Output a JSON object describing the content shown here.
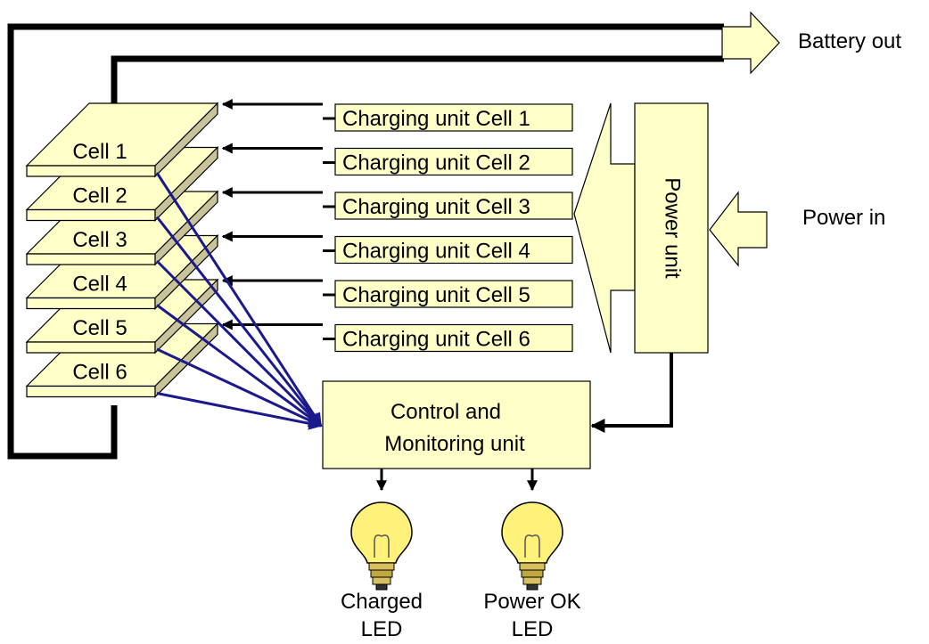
{
  "labels": {
    "battery_out": "Battery out",
    "power_in": "Power in",
    "power_unit": "Power unit",
    "control_line1": "Control and",
    "control_line2": "Monitoring unit",
    "led_charged_line1": "Charged",
    "led_charged_line2": "LED",
    "led_power_line1": "Power OK",
    "led_power_line2": "LED"
  },
  "cells": [
    "Cell 1",
    "Cell 2",
    "Cell 3",
    "Cell 4",
    "Cell 5",
    "Cell 6"
  ],
  "charging_units": [
    "Charging unit Cell 1",
    "Charging unit Cell 2",
    "Charging unit Cell 3",
    "Charging unit Cell 4",
    "Charging unit Cell 5",
    "Charging unit Cell 6"
  ],
  "colors": {
    "fill": "#ffffc8",
    "cell_side": "#c8c39b",
    "monitor_wire": "#1a1a8c",
    "stroke": "#000000"
  }
}
